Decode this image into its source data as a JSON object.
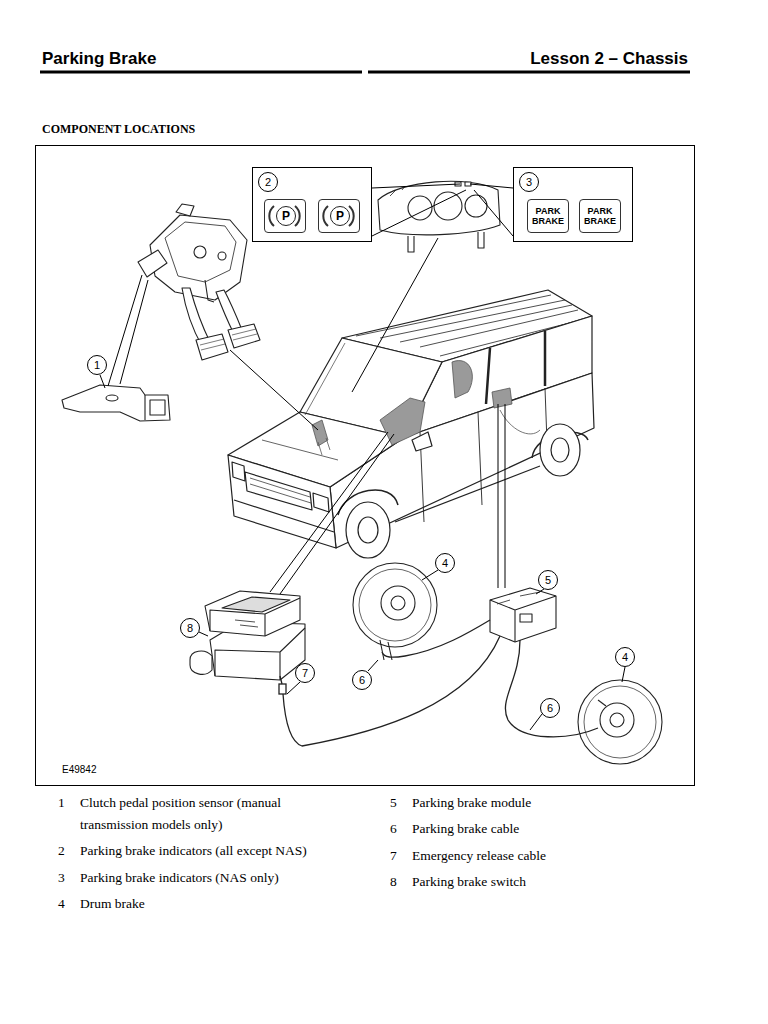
{
  "diagram": {
    "title": "Parking Brake",
    "nodes": [
      {
        "text": [
          "2"
        ]
      },
      {
        "text": [
          "P"
        ],
        "in": 0
      },
      {
        "text": [
          "P"
        ],
        "in": 0
      },
      {
        "text": [
          "3"
        ]
      },
      {
        "text": [
          "PARK BRAKE"
        ],
        "in": 3
      },
      {
        "text": [
          "PARK BRAKE"
        ],
        "in": 3
      }
    ],
    "labels": [
      "Lesson 2 – Chassis",
      "COMPONENT LOCATIONS",
      "1",
      "4",
      "5",
      "8",
      "4",
      "7",
      "6",
      "6",
      "E49842",
      "1",
      "Clutch pedal position sensor (manual transmission models only)",
      "2",
      "Parking brake indicators (all except NAS)",
      "3",
      "Parking brake indicators (NAS only)",
      "4",
      "Drum brake",
      "5",
      "Parking brake module",
      "6",
      "Parking brake cable",
      "7",
      "Emergency release cable",
      "8",
      "Parking brake switch"
    ]
  }
}
